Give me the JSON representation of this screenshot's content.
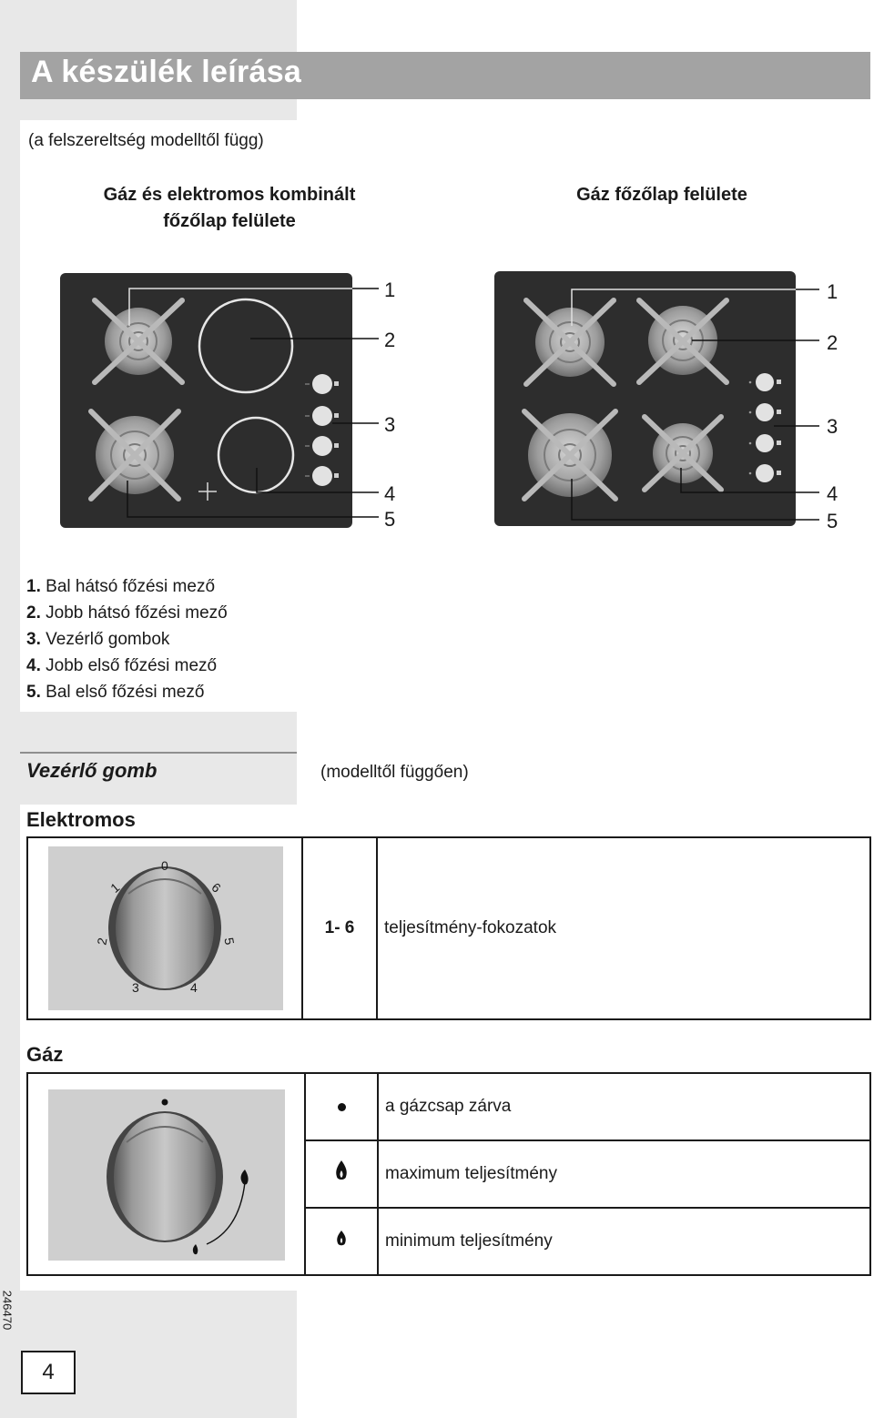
{
  "header": {
    "title": "A készülék leírása"
  },
  "intro_note": "(a felszereltség modelltől függ)",
  "diagrams": {
    "left_title": "Gáz és elektromos kombinált főzőlap felülete",
    "right_title": "Gáz főzőlap felülete",
    "callouts": [
      "1",
      "2",
      "3",
      "4",
      "5"
    ]
  },
  "legend": [
    {
      "num": "1.",
      "text": "Bal hátsó főzési mező"
    },
    {
      "num": "2.",
      "text": "Jobb hátsó főzési mező"
    },
    {
      "num": "3.",
      "text": "Vezérlő gombok"
    },
    {
      "num": "4.",
      "text": "Jobb első főzési mező"
    },
    {
      "num": "5.",
      "text": "Bal első főzési mező"
    }
  ],
  "control_section": {
    "heading": "Vezérlő gomb",
    "note": "(modelltől függően)"
  },
  "electric": {
    "heading": "Elektromos",
    "dial_marks": [
      "0",
      "1",
      "2",
      "3",
      "4",
      "5",
      "6"
    ],
    "range": "1- 6",
    "description": "teljesítmény-fokozatok"
  },
  "gas": {
    "heading": "Gáz",
    "rows": [
      {
        "symbol": "dot-icon",
        "text": "a gázcsap zárva"
      },
      {
        "symbol": "large-flame-icon",
        "text": "maximum teljesítmény"
      },
      {
        "symbol": "small-flame-icon",
        "text": "minimum teljesítmény"
      }
    ]
  },
  "footer": {
    "page_number": "4",
    "doc_number": "246470"
  }
}
